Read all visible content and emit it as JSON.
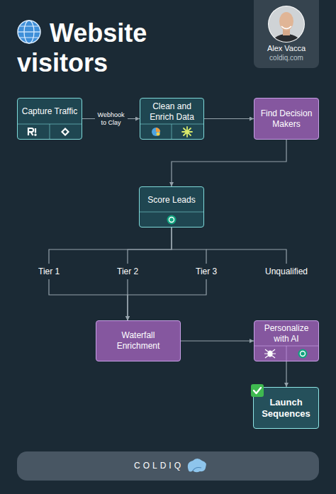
{
  "diagram": {
    "title": "Website visitors",
    "nodes": [
      {
        "text": [
          "Alex Vacca",
          "coldiq.com"
        ]
      },
      {
        "text": [
          "Capture Traffic"
        ]
      },
      {
        "text": [
          "Clean and Enrich Data"
        ]
      },
      {
        "text": [
          "Find Decision Makers"
        ]
      },
      {
        "text": [
          "Score Leads"
        ]
      },
      {
        "text": [
          "Waterfall Enrichment"
        ]
      },
      {
        "text": [
          "Personalize with AI"
        ]
      },
      {
        "text": [
          "Launch Sequences"
        ]
      },
      {
        "text": [
          "COLDIQ"
        ]
      }
    ],
    "edges": [
      {
        "from": 1,
        "to": 2,
        "label": "Webhook to Clay",
        "arrow": "to"
      },
      {
        "from": 2,
        "to": 3,
        "arrow": "to"
      },
      {
        "from": 3,
        "to": 4,
        "arrow": "to"
      },
      {
        "from": 4,
        "to": 5,
        "label": "Tier 1",
        "arrow": "to"
      },
      {
        "from": 4,
        "to": 5,
        "label": "Tier 2",
        "arrow": "to"
      },
      {
        "from": 4,
        "to": 5,
        "label": "Tier 3",
        "arrow": "to"
      },
      {
        "from": 5,
        "to": 6,
        "arrow": "to"
      },
      {
        "from": 6,
        "to": 7,
        "arrow": "to"
      }
    ],
    "labels": [
      "Unqualified"
    ]
  }
}
